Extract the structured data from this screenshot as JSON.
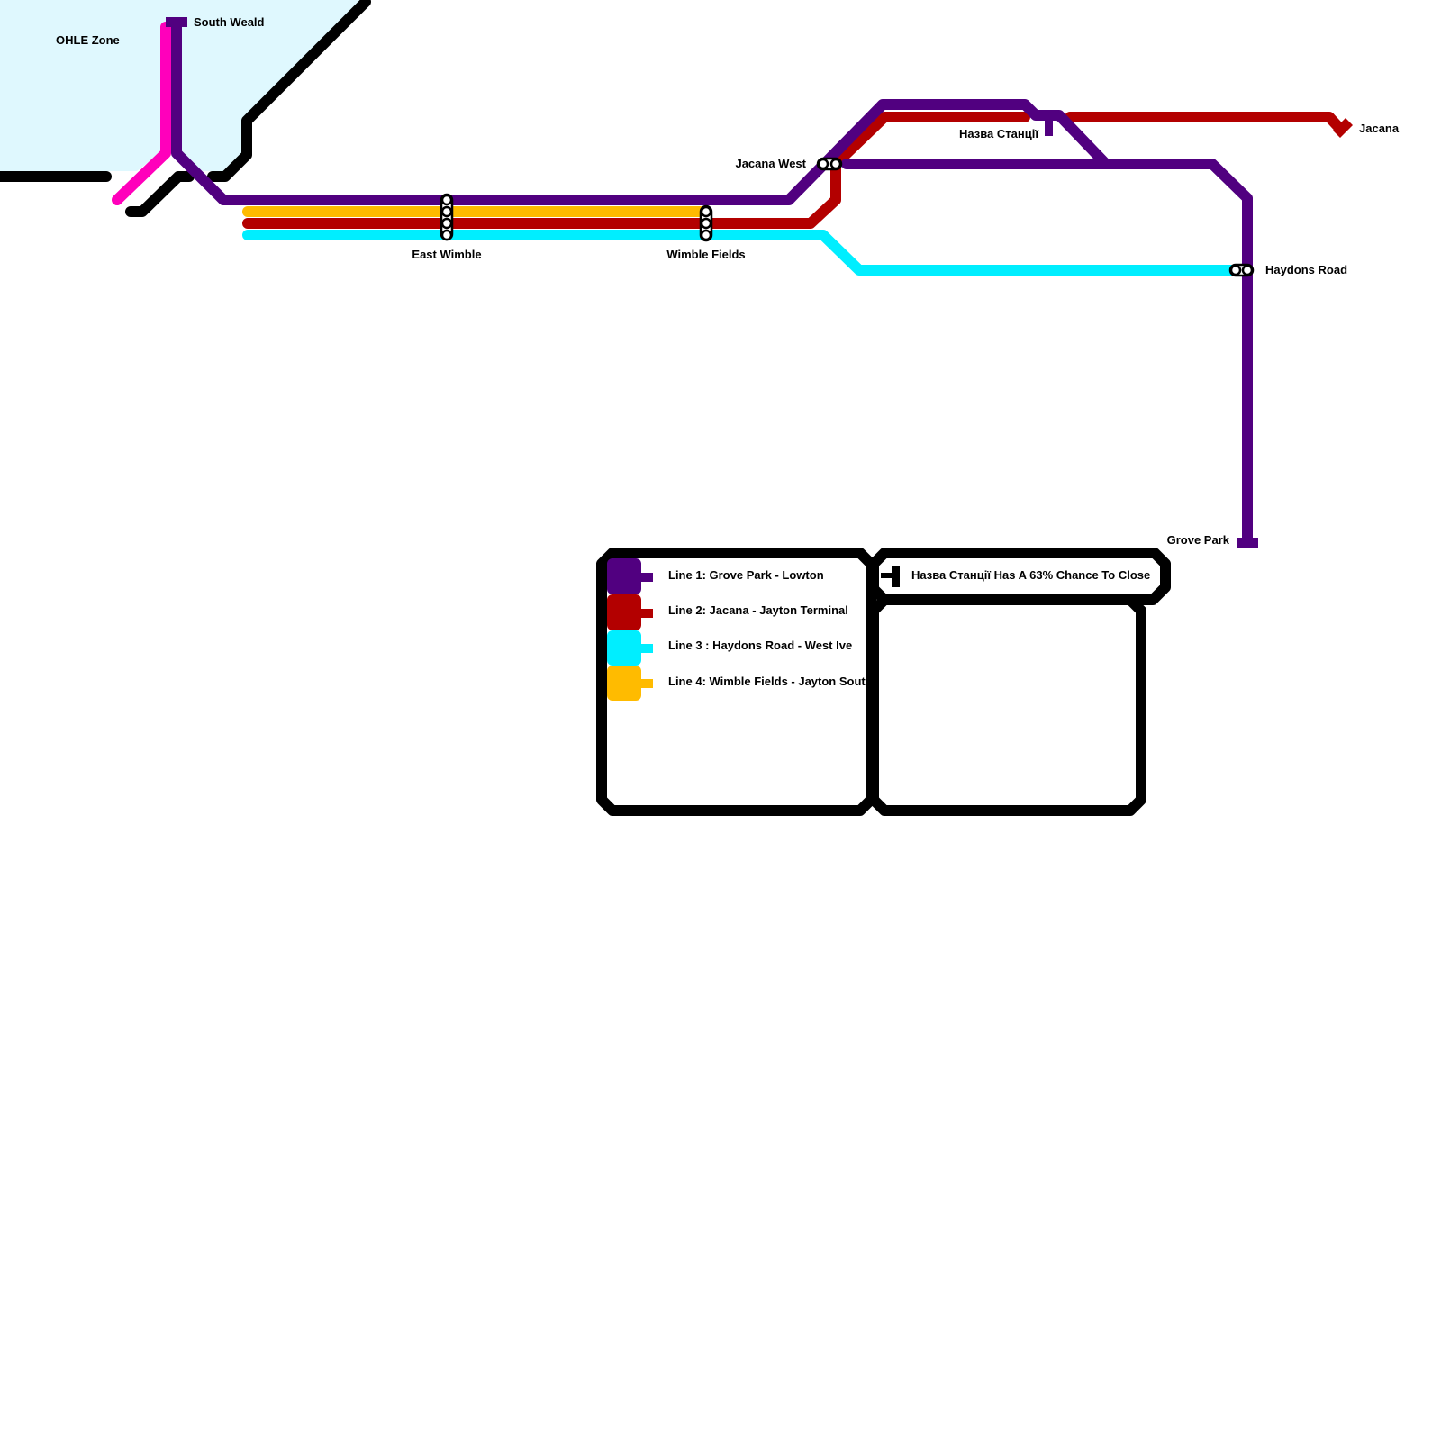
{
  "colors": {
    "line1": "#510080",
    "line2": "#b30000",
    "line3": "#00eeff",
    "line4": "#ffbb00",
    "magenta": "#ff00bb",
    "black": "#000000",
    "ohle_zone": "#dff8fe"
  },
  "zone": {
    "label": "OHLE Zone"
  },
  "stations": {
    "south_weald": "South Weald",
    "east_wimble": "East Wimble",
    "wimble_fields": "Wimble Fields",
    "jacana_west": "Jacana West",
    "nazva": "Назва Станції",
    "jacana": "Jacana",
    "haydons_road": "Haydons Road",
    "grove_park": "Grove Park"
  },
  "legend": {
    "items": [
      {
        "label": "Line 1: Grove Park - Lowton",
        "color": "#510080"
      },
      {
        "label": "Line 2: Jacana - Jayton Terminal",
        "color": "#b30000"
      },
      {
        "label": "Line 3 : Haydons Road - West Ive",
        "color": "#00eeff"
      },
      {
        "label": "Line 4: Wimble Fields - Jayton Sout",
        "color": "#ffbb00"
      }
    ],
    "notice": "Назва Станції Has A 63% Chance To Close"
  }
}
